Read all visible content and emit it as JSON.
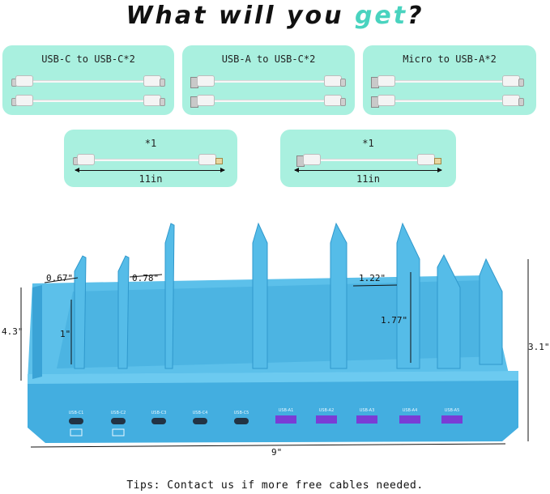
{
  "title": {
    "prefix": "What will you ",
    "highlight": "get",
    "suffix": "?"
  },
  "cards": [
    {
      "label": "USB-C to USB-C*2"
    },
    {
      "label": "USB-A to USB-C*2"
    },
    {
      "label": "Micro to USB-A*2"
    },
    {
      "label": "*1",
      "length": "11in"
    },
    {
      "label": "*1",
      "length": "11in"
    }
  ],
  "dimensions": {
    "slot1_width": "0.67\"",
    "slot2_width": "0.78\"",
    "slot3_width": "1.22\"",
    "divider_height_1": "1\"",
    "divider_height_2": "1.77\"",
    "side_height": "4.3\"",
    "total_height": "3.1\"",
    "length": "9\""
  },
  "ports": [
    "USB-C1",
    "USB-C2",
    "USB-C3",
    "USB-C4",
    "USB-C5",
    "USB-A1",
    "USB-A2",
    "USB-A3",
    "USB-A4",
    "USB-A5"
  ],
  "tips": "Tips: Contact us if more free cables needed.",
  "colors": {
    "card_bg": "#a9f0df",
    "station_blue": "#4fb6e0",
    "port_purple": "#7a3cd6",
    "title_highlight": "#49d3bf"
  }
}
